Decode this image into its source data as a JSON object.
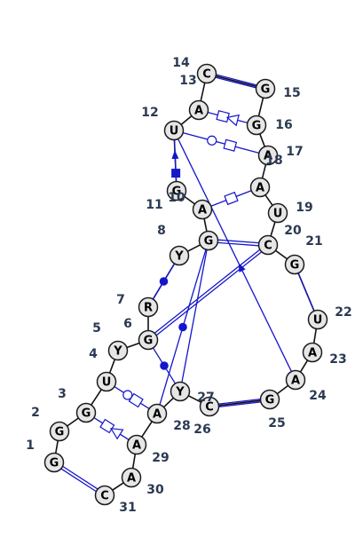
{
  "residues": [
    {
      "n": 1,
      "letter": "G",
      "label": "1"
    },
    {
      "n": 2,
      "letter": "G",
      "label": "2"
    },
    {
      "n": 3,
      "letter": "G",
      "label": "3"
    },
    {
      "n": 4,
      "letter": "U",
      "label": "4"
    },
    {
      "n": 5,
      "letter": "Y",
      "label": "5"
    },
    {
      "n": 6,
      "letter": "G",
      "label": "6"
    },
    {
      "n": 7,
      "letter": "R",
      "label": "7"
    },
    {
      "n": 8,
      "letter": "Y",
      "label": "8"
    },
    {
      "n": 9,
      "letter": "G",
      "label": ""
    },
    {
      "n": 10,
      "letter": "A",
      "label": "10"
    },
    {
      "n": 11,
      "letter": "G",
      "label": "11"
    },
    {
      "n": 12,
      "letter": "U",
      "label": "12"
    },
    {
      "n": 13,
      "letter": "A",
      "label": "13"
    },
    {
      "n": 14,
      "letter": "C",
      "label": "14"
    },
    {
      "n": 15,
      "letter": "G",
      "label": "15"
    },
    {
      "n": 16,
      "letter": "G",
      "label": "16"
    },
    {
      "n": 17,
      "letter": "A",
      "label": "17"
    },
    {
      "n": 18,
      "letter": "A",
      "label": "18"
    },
    {
      "n": 19,
      "letter": "U",
      "label": "19"
    },
    {
      "n": 20,
      "letter": "C",
      "label": "20"
    },
    {
      "n": 21,
      "letter": "G",
      "label": "21"
    },
    {
      "n": 22,
      "letter": "U",
      "label": "22"
    },
    {
      "n": 23,
      "letter": "A",
      "label": "23"
    },
    {
      "n": 24,
      "letter": "A",
      "label": "24"
    },
    {
      "n": 25,
      "letter": "G",
      "label": "25"
    },
    {
      "n": 26,
      "letter": "C",
      "label": "26"
    },
    {
      "n": 27,
      "letter": "Y",
      "label": "27"
    },
    {
      "n": 28,
      "letter": "A",
      "label": "28"
    },
    {
      "n": 29,
      "letter": "A",
      "label": "29"
    },
    {
      "n": 30,
      "letter": "A",
      "label": "30"
    },
    {
      "n": 31,
      "letter": "C",
      "label": "31"
    }
  ],
  "pairs": [
    {
      "a": 1,
      "b": 31,
      "type": "canonical"
    },
    {
      "a": 3,
      "b": 29,
      "type": "square-triangle"
    },
    {
      "a": 4,
      "b": 28,
      "type": "circle-square"
    },
    {
      "a": 6,
      "b": 20,
      "type": "canonical"
    },
    {
      "a": 6,
      "b": 27,
      "type": "dot"
    },
    {
      "a": 7,
      "b": 8,
      "type": "dot"
    },
    {
      "a": 9,
      "b": 20,
      "type": "canonical"
    },
    {
      "a": 9,
      "b": 27,
      "type": "plain"
    },
    {
      "a": 9,
      "b": 28,
      "type": "dot"
    },
    {
      "a": 10,
      "b": 18,
      "type": "square"
    },
    {
      "a": 11,
      "b": 12,
      "type": "filled-square-arrow"
    },
    {
      "a": 12,
      "b": 17,
      "type": "circle-square"
    },
    {
      "a": 12,
      "b": 24,
      "type": "arrow"
    },
    {
      "a": 13,
      "b": 16,
      "type": "square-triangle"
    },
    {
      "a": 14,
      "b": 15,
      "type": "canonical"
    },
    {
      "a": 21,
      "b": 22,
      "type": "plain"
    },
    {
      "a": 25,
      "b": 26,
      "type": "canonical"
    }
  ]
}
